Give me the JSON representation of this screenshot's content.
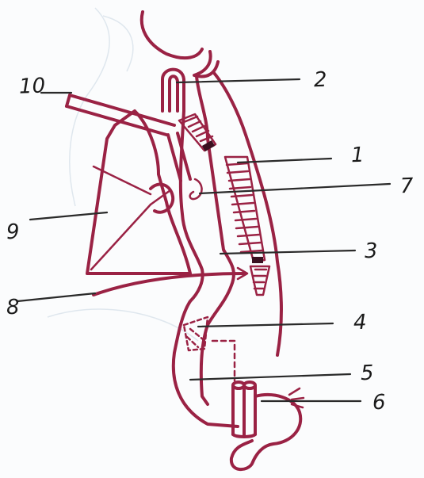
{
  "labels": {
    "l1": "1",
    "l2": "2",
    "l3": "3",
    "l4": "4",
    "l5": "5",
    "l6": "6",
    "l7": "7",
    "l8": "8",
    "l9": "9",
    "l10": "10"
  },
  "colors": {
    "ink": "#9a2244",
    "leader": "#2a2a2a",
    "background": "#fbfcfd"
  }
}
